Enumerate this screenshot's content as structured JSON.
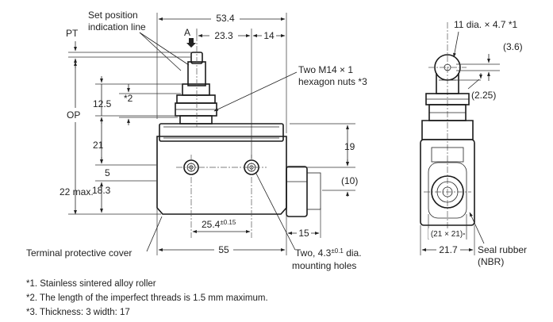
{
  "labels": {
    "set_position": "Set position",
    "indication_line": "indication line",
    "pt": "PT",
    "a": "A",
    "op": "OP",
    "two_nuts_1": "Two M14 × 1",
    "two_nuts_2": "hexagon nuts *3",
    "terminal_cover": "Terminal protective cover",
    "mounting_holes_pre": "Two, 4.3",
    "mounting_holes_tol": "±0.1",
    "mounting_holes_post": " dia.",
    "mounting_holes_2": "mounting holes",
    "roller_dia": "11 dia. × 4.7 *1",
    "seal_rubber": "Seal rubber",
    "nbr": "(NBR)"
  },
  "dimensions": {
    "width_53_4": "53.4",
    "d_23_3": "23.3",
    "d_14": "14",
    "d_12_5": "12.5",
    "star2": "*2",
    "d_21": "21",
    "d_5": "5",
    "d_22max": "22 max.",
    "d_18_3": "18.3",
    "d_19": "19",
    "d_10": "(10)",
    "d_25_4": "25.4",
    "d_25_4_tol": "±0.15",
    "d_55": "55",
    "d_15": "15",
    "d_3_6": "(3.6)",
    "d_2_25": "(2.25)",
    "d_21x21": "(21 × 21)",
    "d_21_7": "21.7"
  },
  "notes": [
    "*1.  Stainless sintered alloy roller",
    "*2.  The length of the imperfect threads is 1.5 mm maximum.",
    "*3.  Thickness: 3  width: 17"
  ]
}
